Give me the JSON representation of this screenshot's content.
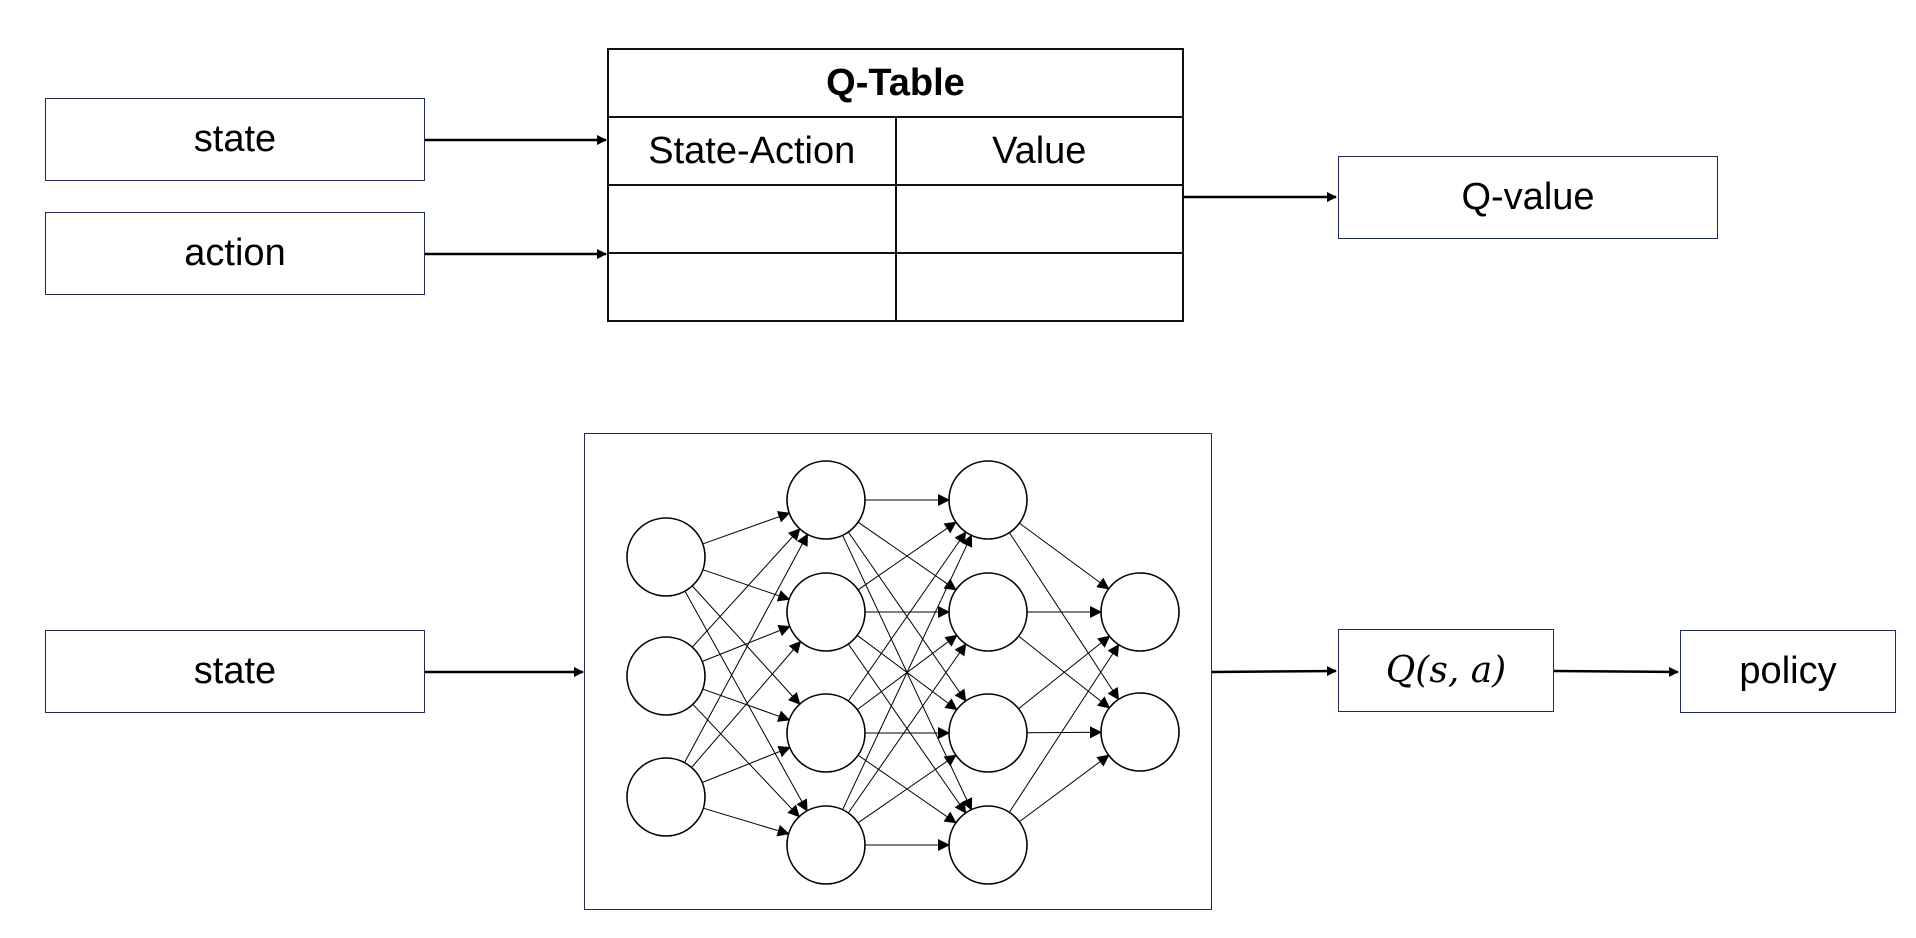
{
  "top": {
    "input_state": "state",
    "input_action": "action",
    "table": {
      "title": "Q-Table",
      "headers": [
        "State-Action",
        "Value"
      ],
      "rows": [
        [
          "",
          ""
        ],
        [
          "",
          ""
        ]
      ]
    },
    "output": "Q-value"
  },
  "bottom": {
    "input_state": "state",
    "output_q": "Q(s, a)",
    "output_policy": "policy",
    "network": {
      "layers": [
        3,
        4,
        4,
        2
      ]
    }
  }
}
